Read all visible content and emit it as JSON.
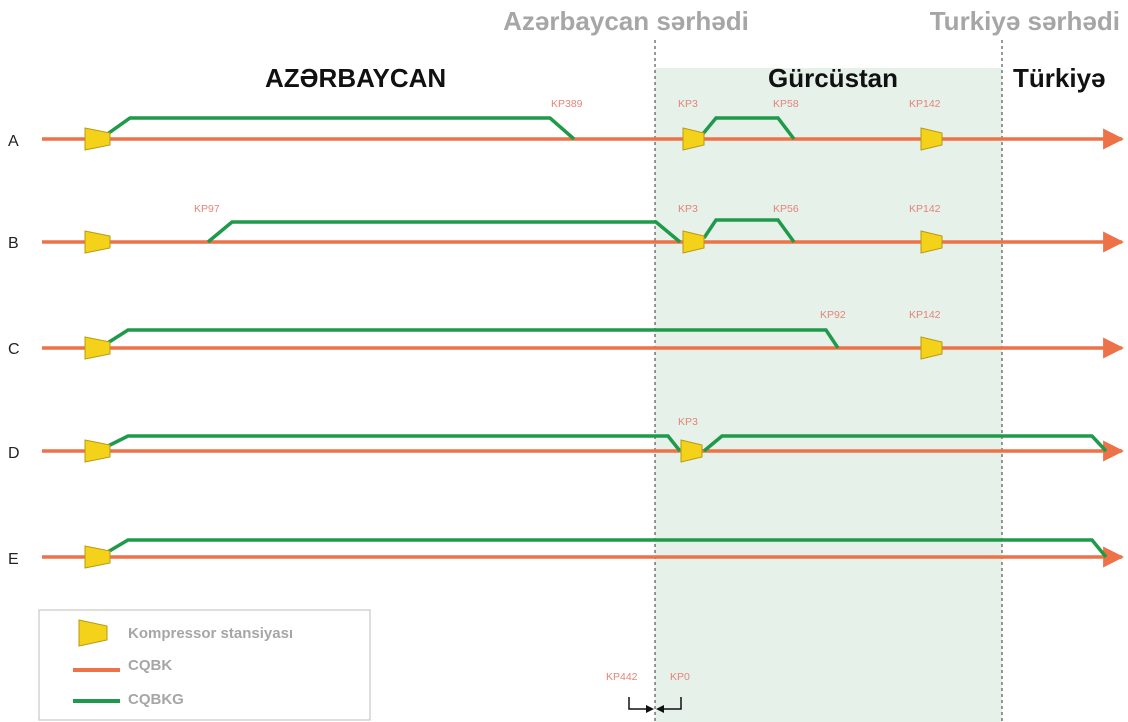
{
  "headers": {
    "azerbaijan_border": "Azərbaycan sərhədi",
    "turkey_border": "Turkiyə sərhədi",
    "azerbaijan": "AZƏRBAYCAN",
    "georgia": "Gürcüstan",
    "turkey": "Türkiyə"
  },
  "rows": [
    {
      "label": "A"
    },
    {
      "label": "B"
    },
    {
      "label": "C"
    },
    {
      "label": "D"
    },
    {
      "label": "E"
    }
  ],
  "kp_labels": {
    "a_kp389": "KP389",
    "a_kp3": "KP3",
    "a_kp58": "KP58",
    "a_kp142": "KP142",
    "b_kp97": "KP97",
    "b_kp3": "KP3",
    "b_kp56": "KP56",
    "b_kp142": "KP142",
    "c_kp92": "KP92",
    "c_kp142": "KP142",
    "d_kp3": "KP3",
    "bottom_kp442": "KP442",
    "bottom_kp0": "KP0"
  },
  "legend": {
    "compressor": "Kompressor stansiyası",
    "cqbk": "CQBK",
    "cqbkg": "CQBKG"
  },
  "colors": {
    "cqbk": "#ee7248",
    "cqbkg": "#1f9a4a",
    "compressor": "#f4d21a",
    "georgia_band": "#e6f1ea"
  }
}
